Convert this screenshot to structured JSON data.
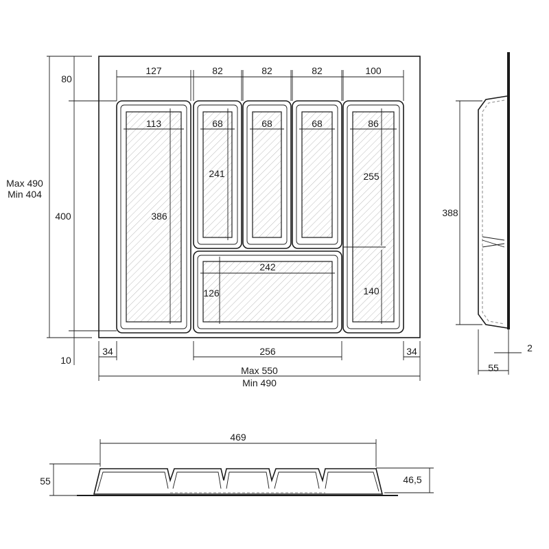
{
  "colors": {
    "line": "#1a1a1a",
    "hatch": "#bbbbbb",
    "background": "#ffffff"
  },
  "top_view": {
    "top_widths": [
      "127",
      "82",
      "82",
      "82",
      "100"
    ],
    "inner_widths": [
      "113",
      "68",
      "68",
      "68",
      "86"
    ],
    "left_height": "386",
    "mid_height": "241",
    "right_upper_height": "255",
    "right_lower_height": "140",
    "bottom_width": "242",
    "bottom_height": "126",
    "overall_height_max": "Max 490",
    "overall_height_min": "Min 404",
    "top_offset": "80",
    "tray_height": "400",
    "bottom_offset": "10",
    "left_margin": "34",
    "right_margin": "34",
    "bottom_span": "256",
    "overall_width_max": "Max 550",
    "overall_width_min": "Min 490"
  },
  "side_view": {
    "height": "388",
    "thickness": "2",
    "depth": "55"
  },
  "front_view": {
    "width": "469",
    "height": "55",
    "inner_height": "46,5"
  }
}
